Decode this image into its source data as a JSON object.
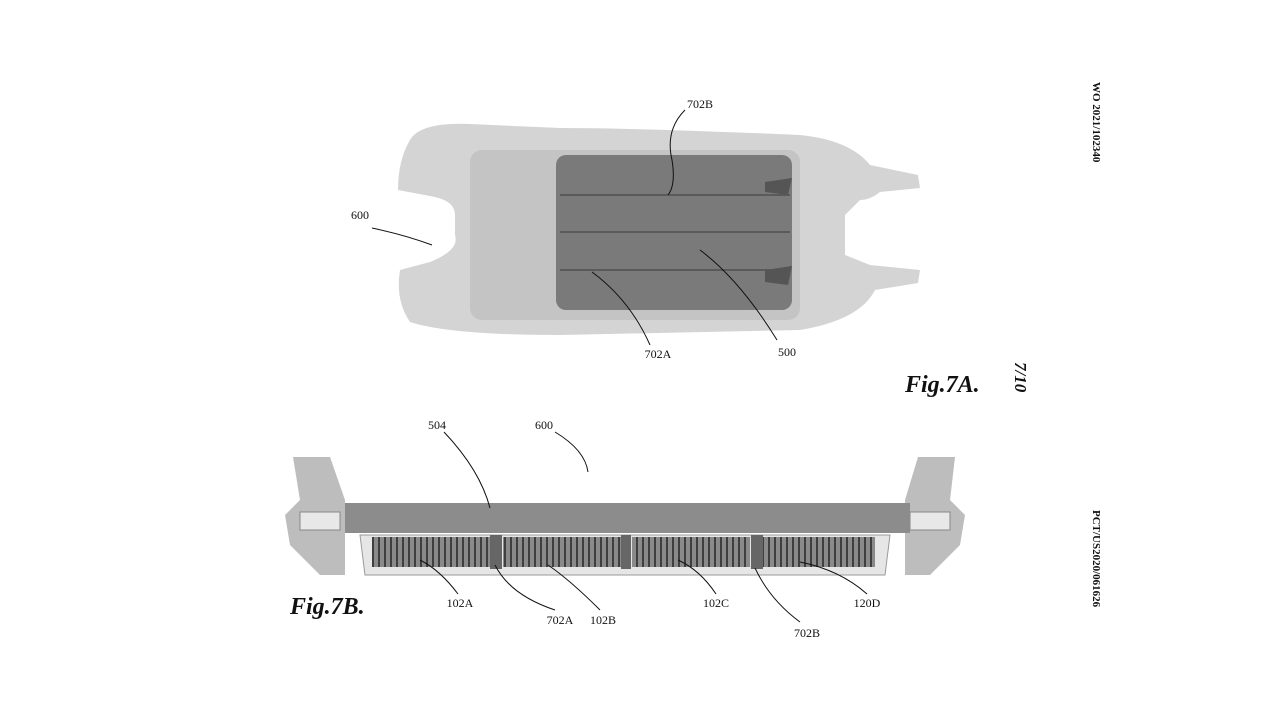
{
  "header": {
    "publication_number": "WO 2021/102340",
    "application_number": "PCT/US2020/061626",
    "sheet": "7/10"
  },
  "fig_7a": {
    "title": "Fig.7A.",
    "labels": [
      "702B",
      "600",
      "702A",
      "500"
    ]
  },
  "fig_7b": {
    "title": "Fig.7B.",
    "labels": [
      "504",
      "600",
      "102A",
      "702A",
      "102B",
      "102C",
      "702B",
      "120D"
    ]
  }
}
